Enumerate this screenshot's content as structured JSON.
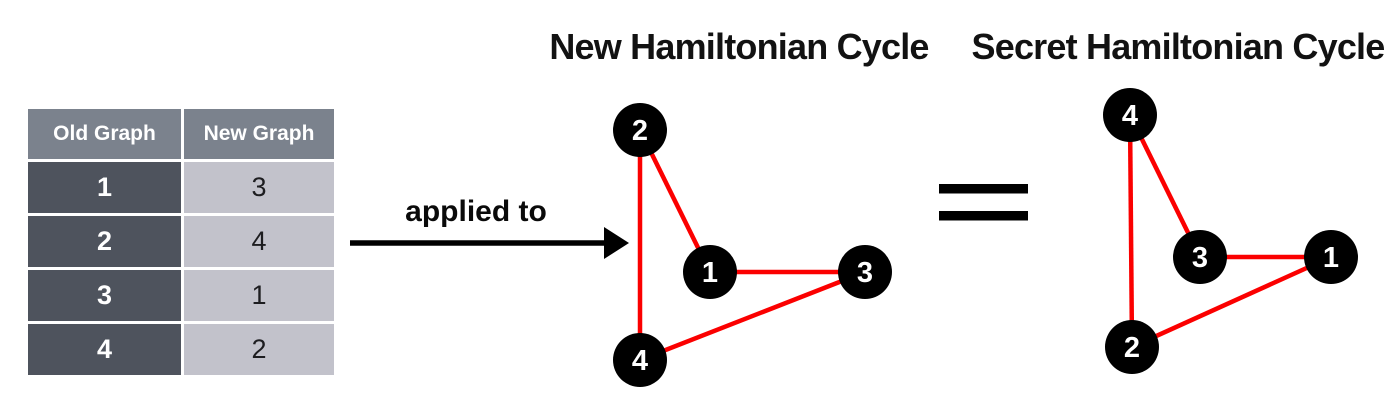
{
  "colors": {
    "edge": "#fb0000",
    "node_fill": "#000000",
    "node_label": "#ffffff",
    "black": "#000000",
    "table_header_bg": "#7b828d",
    "table_header_text": "#ffffff",
    "table_old_bg": "#4e535d",
    "table_old_text": "#ffffff",
    "table_new_bg": "#c2c2cb",
    "table_new_text": "#1d1d20"
  },
  "table": {
    "headers": [
      "Old Graph",
      "New Graph"
    ],
    "rows": [
      {
        "old": "1",
        "new": "3"
      },
      {
        "old": "2",
        "new": "4"
      },
      {
        "old": "3",
        "new": "1"
      },
      {
        "old": "4",
        "new": "2"
      }
    ]
  },
  "arrow": {
    "label": "applied to"
  },
  "equals_symbol": "=",
  "new_graph": {
    "title": "New Hamiltonian Cycle",
    "nodes": [
      {
        "label": "2"
      },
      {
        "label": "1"
      },
      {
        "label": "3"
      },
      {
        "label": "4"
      }
    ],
    "edges": [
      [
        "2",
        "1"
      ],
      [
        "1",
        "3"
      ],
      [
        "3",
        "4"
      ],
      [
        "4",
        "2"
      ]
    ]
  },
  "secret_graph": {
    "title": "Secret Hamiltonian Cycle",
    "nodes": [
      {
        "label": "4"
      },
      {
        "label": "3"
      },
      {
        "label": "1"
      },
      {
        "label": "2"
      }
    ],
    "edges": [
      [
        "4",
        "3"
      ],
      [
        "3",
        "1"
      ],
      [
        "1",
        "2"
      ],
      [
        "2",
        "4"
      ]
    ]
  }
}
